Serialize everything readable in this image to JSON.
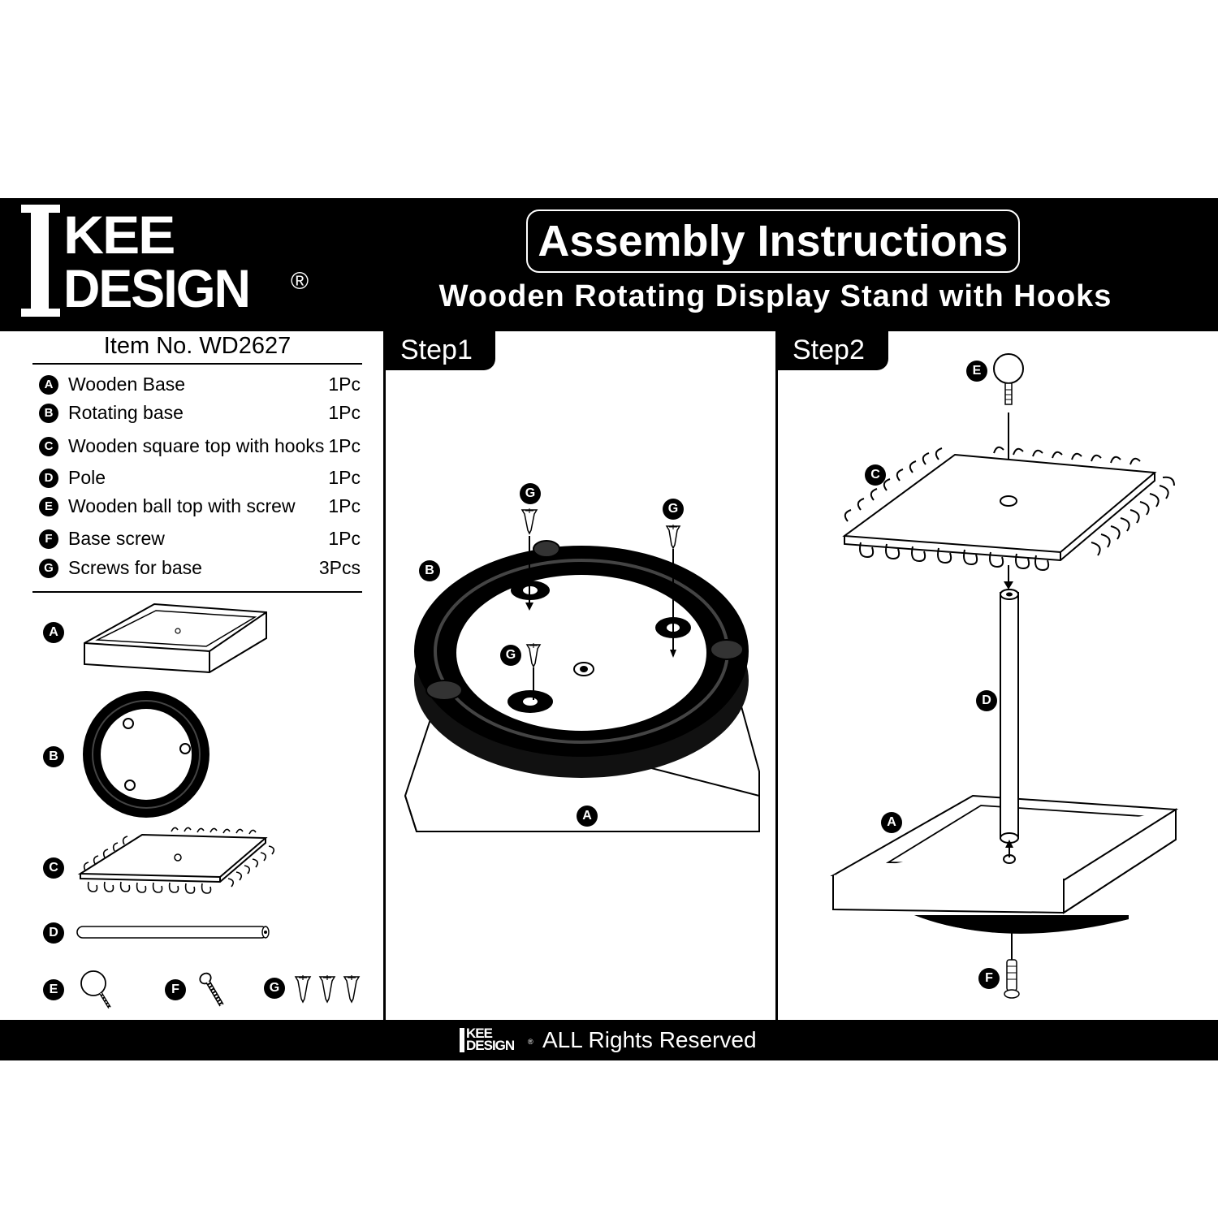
{
  "brand": {
    "logo_line1": "KEE",
    "logo_line2": "DESIGN",
    "registered": "®"
  },
  "header": {
    "title": "Assembly Instructions",
    "subtitle": "Wooden Rotating Display Stand with Hooks"
  },
  "item_number": "Item No. WD2627",
  "parts": [
    {
      "letter": "A",
      "name": "Wooden Base",
      "qty": "1Pc"
    },
    {
      "letter": "B",
      "name": "Rotating base",
      "qty": "1Pc"
    },
    {
      "letter": "C",
      "name": "Wooden square top with hooks",
      "qty": "1Pc"
    },
    {
      "letter": "D",
      "name": "Pole",
      "qty": "1Pc"
    },
    {
      "letter": "E",
      "name": "Wooden ball top with screw",
      "qty": "1Pc"
    },
    {
      "letter": "F",
      "name": "Base screw",
      "qty": "1Pc"
    },
    {
      "letter": "G",
      "name": "Screws for base",
      "qty": "3Pcs"
    }
  ],
  "steps": [
    {
      "label": "Step1"
    },
    {
      "label": "Step2"
    }
  ],
  "footer": {
    "logo_line1": "KEE",
    "logo_line2": "DESIGN",
    "registered": "®",
    "rights": "ALL Rights Reserved"
  },
  "colors": {
    "bar": "#000000",
    "background": "#ffffff"
  }
}
